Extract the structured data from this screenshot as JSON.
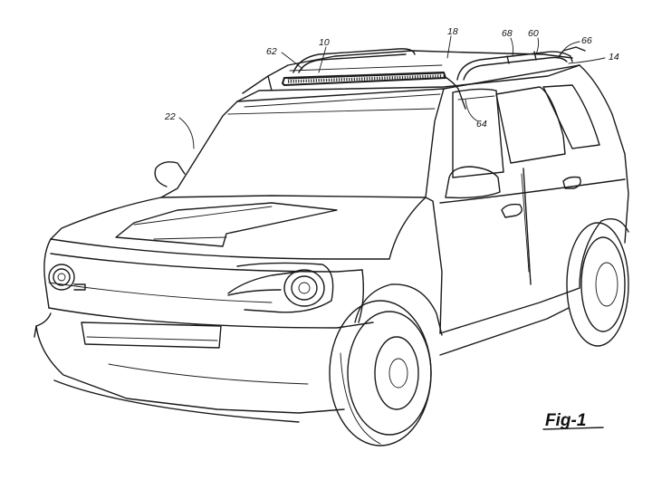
{
  "figure": {
    "caption": "Fig-1",
    "reference_numerals": [
      {
        "id": "62",
        "text": "62"
      },
      {
        "id": "10",
        "text": "10"
      },
      {
        "id": "18",
        "text": "18"
      },
      {
        "id": "68",
        "text": "68"
      },
      {
        "id": "60",
        "text": "60"
      },
      {
        "id": "66",
        "text": "66"
      },
      {
        "id": "14",
        "text": "14"
      },
      {
        "id": "22",
        "text": "22"
      },
      {
        "id": "64",
        "text": "64"
      }
    ]
  }
}
